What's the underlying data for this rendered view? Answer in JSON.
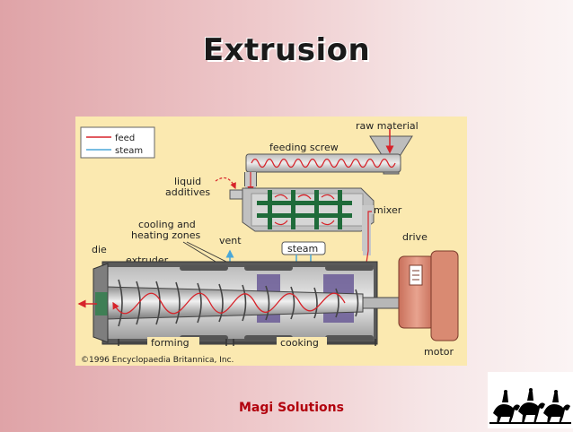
{
  "slide": {
    "title": "Extrusion",
    "footer": "Magi Solutions"
  },
  "diagram": {
    "legend": {
      "feed": "feed",
      "steam": "steam"
    },
    "labels": {
      "raw_material": "raw material",
      "feeding_screw": "feeding screw",
      "liquid": "liquid",
      "additives": "additives",
      "mixer": "mixer",
      "cooling_and": "cooling and",
      "heating_zones": "heating zones",
      "vent": "vent",
      "steam": "steam",
      "drive": "drive",
      "die": "die",
      "extruder": "extruder",
      "forming": "forming",
      "cooking": "cooking",
      "motor": "motor",
      "copyright": "©1996 Encyclopaedia Britannica, Inc."
    },
    "colors": {
      "background": "#fbe9b0",
      "feed": "#d7232a",
      "steam": "#4aa7d8",
      "mixer_paddle": "#1f6b3a",
      "cooking_zone": "#6a5a97",
      "motor": "#d98a72"
    }
  }
}
